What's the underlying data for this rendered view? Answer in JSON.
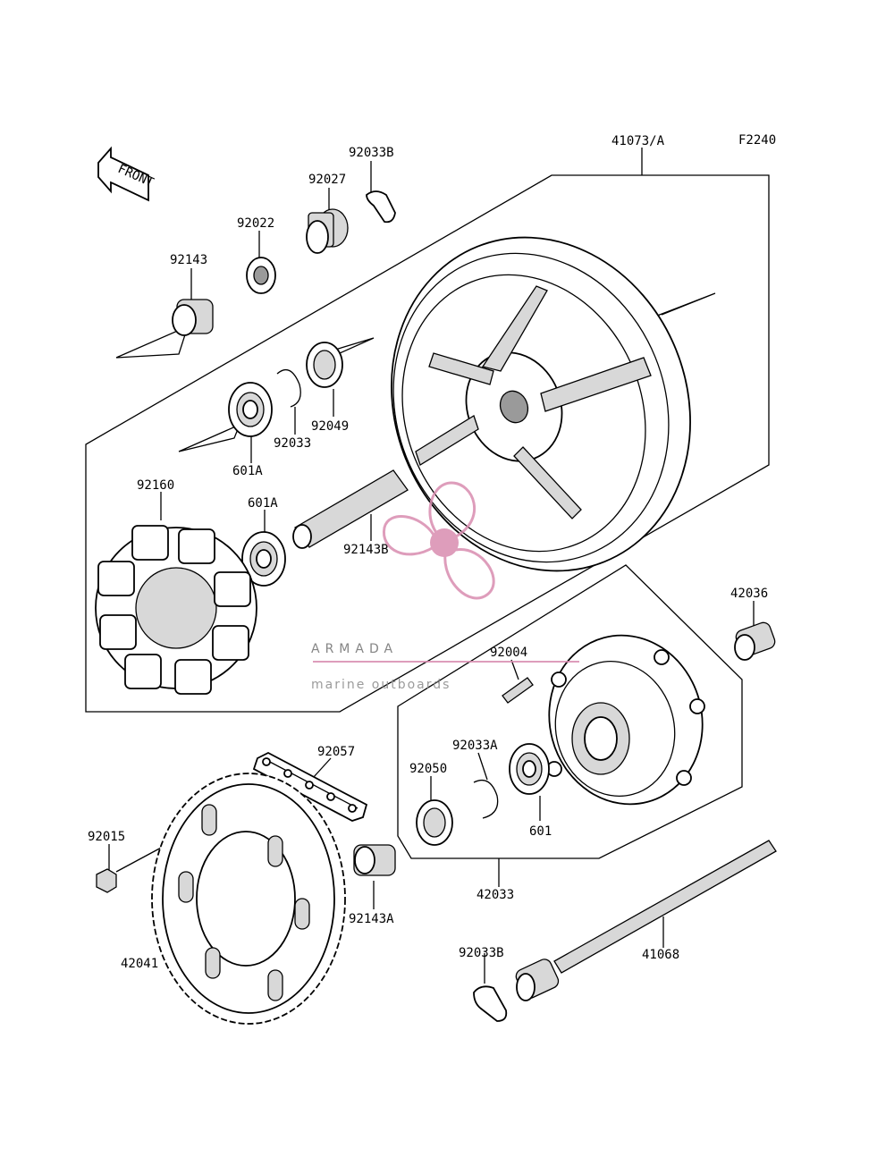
{
  "diagram": {
    "figure_code": "F2240",
    "front_arrow_label": "FRONT",
    "parts": [
      {
        "id": "p41073A",
        "number": "41073/A"
      },
      {
        "id": "p92033B_top",
        "number": "92033B"
      },
      {
        "id": "p92027",
        "number": "92027"
      },
      {
        "id": "p92022",
        "number": "92022"
      },
      {
        "id": "p92143",
        "number": "92143"
      },
      {
        "id": "p92049",
        "number": "92049"
      },
      {
        "id": "p92033",
        "number": "92033"
      },
      {
        "id": "p601A_top",
        "number": "601A"
      },
      {
        "id": "p92160",
        "number": "92160"
      },
      {
        "id": "p601A_mid",
        "number": "601A"
      },
      {
        "id": "p92143B",
        "number": "92143B"
      },
      {
        "id": "p42036",
        "number": "42036"
      },
      {
        "id": "p92004",
        "number": "92004"
      },
      {
        "id": "p92033A",
        "number": "92033A"
      },
      {
        "id": "p92050",
        "number": "92050"
      },
      {
        "id": "p601",
        "number": "601"
      },
      {
        "id": "p42033",
        "number": "42033"
      },
      {
        "id": "p92057",
        "number": "92057"
      },
      {
        "id": "p92015",
        "number": "92015"
      },
      {
        "id": "p92143A",
        "number": "92143A"
      },
      {
        "id": "p42041",
        "number": "42041"
      },
      {
        "id": "p92033B_bot",
        "number": "92033B"
      },
      {
        "id": "p41068",
        "number": "41068"
      }
    ]
  },
  "watermark": {
    "brand": "ARMADA",
    "tagline": "marine outboards",
    "color": "#d98cb0"
  }
}
